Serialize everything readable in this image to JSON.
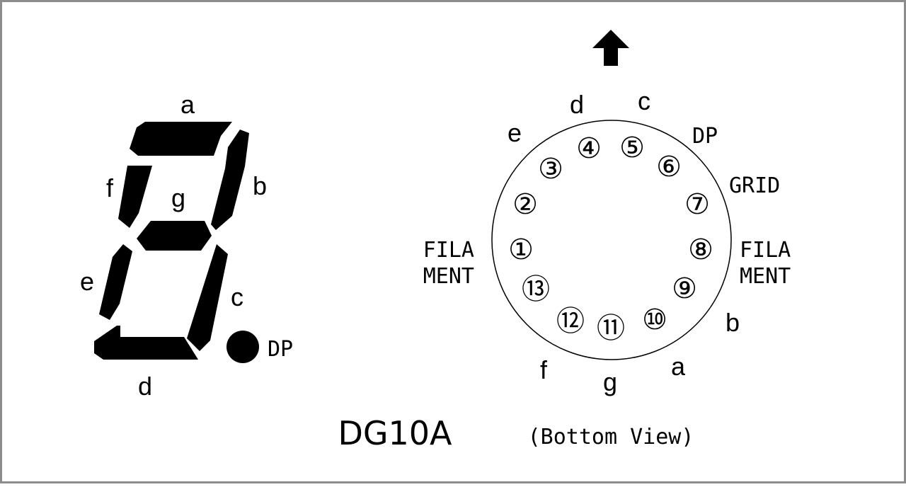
{
  "seven_segment": {
    "segment_labels": [
      "a",
      "b",
      "c",
      "d",
      "e",
      "f",
      "g"
    ],
    "dp_label": "DP"
  },
  "pinout": {
    "pins": [
      {
        "number": "①"
      },
      {
        "number": "②"
      },
      {
        "number": "③"
      },
      {
        "number": "④"
      },
      {
        "number": "⑤"
      },
      {
        "number": "⑥"
      },
      {
        "number": "⑦"
      },
      {
        "number": "⑧"
      },
      {
        "number": "⑨"
      },
      {
        "number": "⑩"
      },
      {
        "number": "⑪"
      },
      {
        "number": "⑫"
      },
      {
        "number": "⑬"
      }
    ],
    "outer_labels": {
      "d": "d",
      "c": "c",
      "e": "e",
      "dp": "DP",
      "grid": "GRID",
      "filament_left_1": "FILA",
      "filament_left_2": "MENT",
      "filament_right_1": "FILA",
      "filament_right_2": "MENT",
      "b": "b",
      "a": "a",
      "g": "g",
      "f": "f"
    },
    "orientation_icon": "up-arrow-icon"
  },
  "model_name": "DG10A",
  "view_caption": "(Bottom View)",
  "colors": {
    "ink": "#000000",
    "border": "#8c8c8c",
    "background": "#ffffff"
  }
}
